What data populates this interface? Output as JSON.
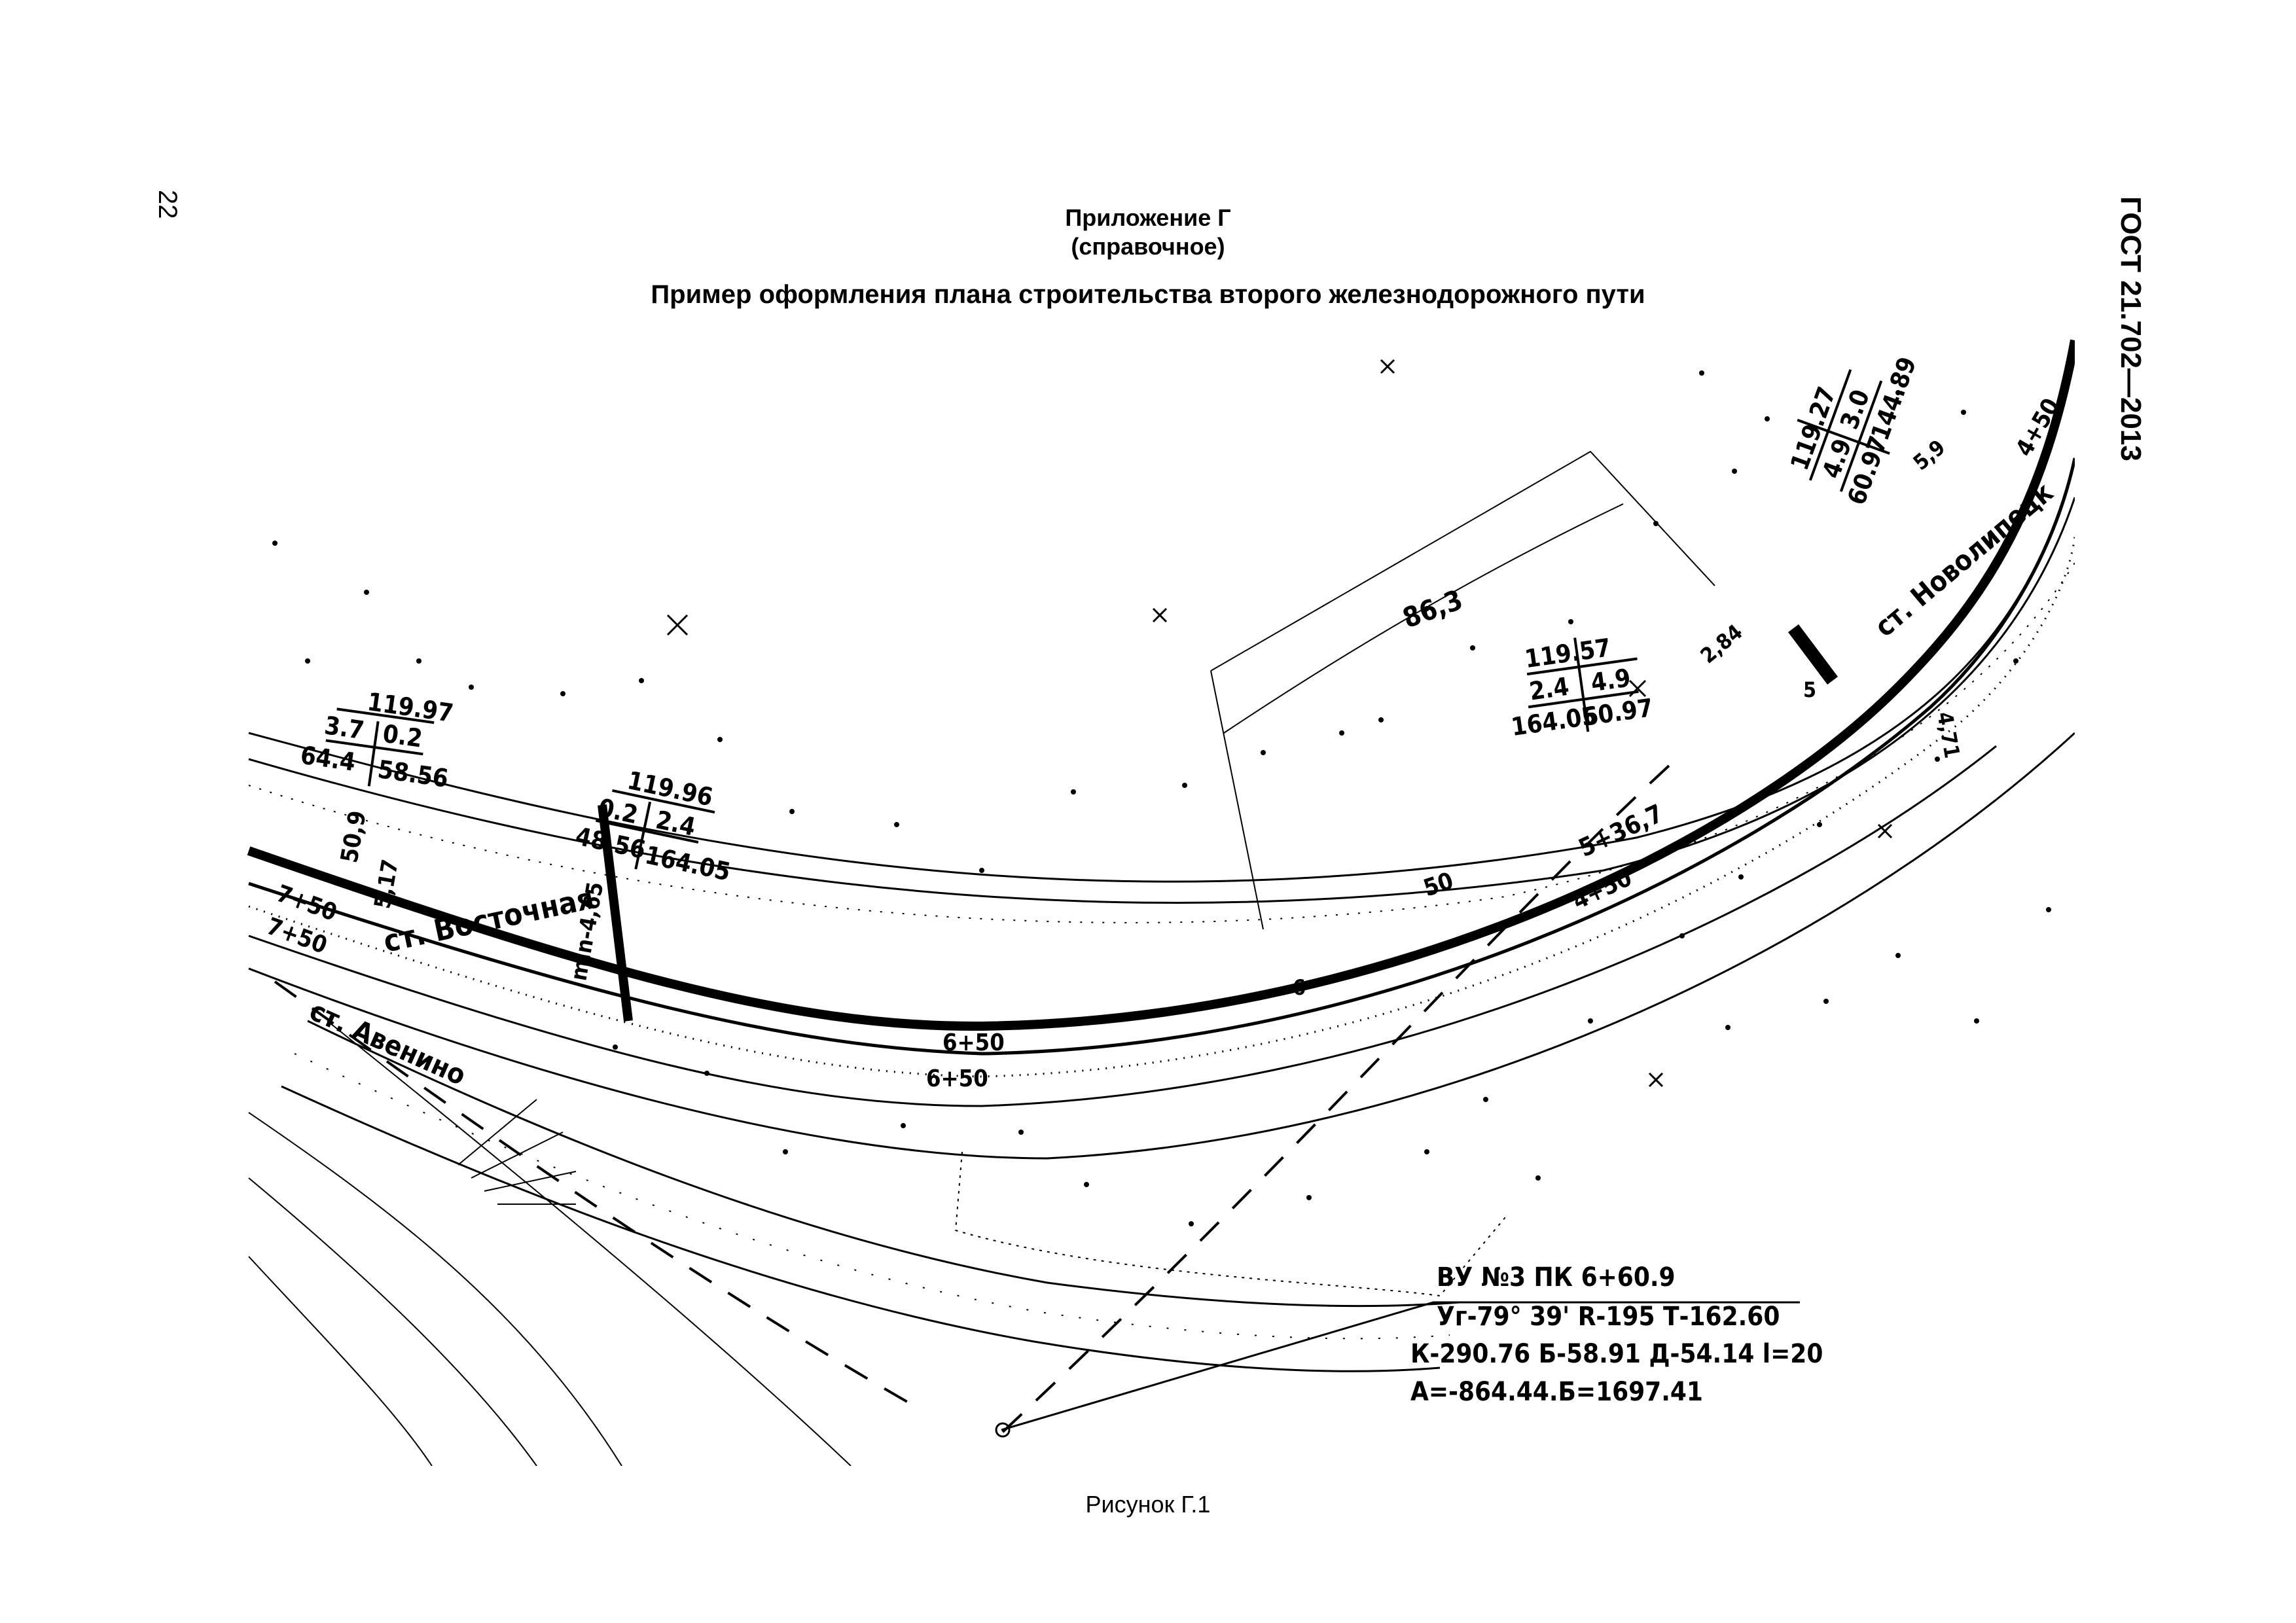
{
  "header": {
    "page_number": "22",
    "standard_code": "ГОСТ 21.702—2013",
    "appendix_title": "Приложение Г",
    "appendix_note": "(справочное)",
    "main_title": "Пример оформления плана строительства второго железнодорожного пути"
  },
  "plan": {
    "station_vostochnaya": "ст. Восточная",
    "station_avenino": "ст. Авенино",
    "station_novopetsk": "ст. Новолипецк",
    "width_label": "86,3",
    "min_label": "min-4,65",
    "pk_6_50_main": "6+50",
    "pk_6_50_second": "6+50",
    "pk_5_50": "5+36,7",
    "pk_4_50": "4+50",
    "pk_4_50_right": "4+50",
    "pk_7_50_a": "7+50",
    "pk_7_50_b": "7+50",
    "km_marker_6": "6",
    "km_marker_5": "5",
    "dist_50": "50",
    "dist_50_9": "50,9",
    "dist_5_17": "5,17",
    "dist_2_84": "2,84",
    "dist_4_71": "4,71",
    "dist_5_9": "5,9",
    "rect_box_1": {
      "top": "119.97",
      "l1": "3.7",
      "r1": "0.2",
      "l2": "64.4",
      "r2": "58.56"
    },
    "rect_box_2": {
      "top": "119.96",
      "l1": "0.2",
      "r1": "2.4",
      "l2": "48.56",
      "r2": "164.05"
    },
    "rect_box_3": {
      "top": "119.57",
      "l1": "2.4",
      "r1": "4.9",
      "l2": "164.05",
      "r2": "60.97"
    },
    "rect_box_4": {
      "top": "119.27",
      "l1": "4.9",
      "r1": "3.0",
      "l2": "60.97",
      "r2": "144.89"
    },
    "curve_info": {
      "line1": "ВУ №3 ПК 6+60.9",
      "line2": "Уг-79° 39' R-195 Т-162.60",
      "line3": "К-290.76 Б-58.91 Д-54.14 l=20",
      "line4": "А=-864.44.Б=1697.41"
    }
  },
  "caption": "Рисунок Г.1"
}
